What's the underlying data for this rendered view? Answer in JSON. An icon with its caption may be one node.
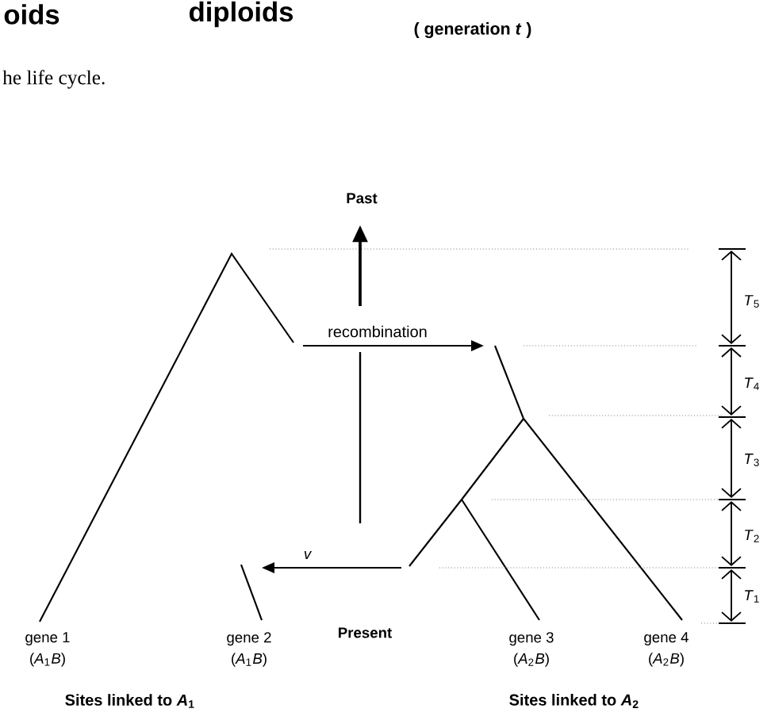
{
  "diagram": {
    "nodes": [
      {
        "text": [
          "gene 1",
          "(*A*$_{1}$*B*)"
        ]
      },
      {
        "text": [
          "gene 2",
          "(*A*$_{1}$*B*)"
        ]
      },
      {
        "text": [
          "gene 3",
          "(*A*$_{2}$*B*)"
        ]
      },
      {
        "text": [
          "gene 4",
          "(*A*$_{2}$*B*)"
        ]
      }
    ],
    "labels": [
      "oids",
      "diploids",
      "( generation *t* )",
      "he life cycle.",
      "Past",
      "recombination",
      "*v*",
      "Present",
      "*T*$_{5}$",
      "*T*$_{4}$",
      "*T*$_{3}$",
      "*T*$_{2}$",
      "*T*$_{1}$",
      "Sites linked to *A*$_{1}$",
      "Sites linked to *A*$_{2}$"
    ]
  }
}
